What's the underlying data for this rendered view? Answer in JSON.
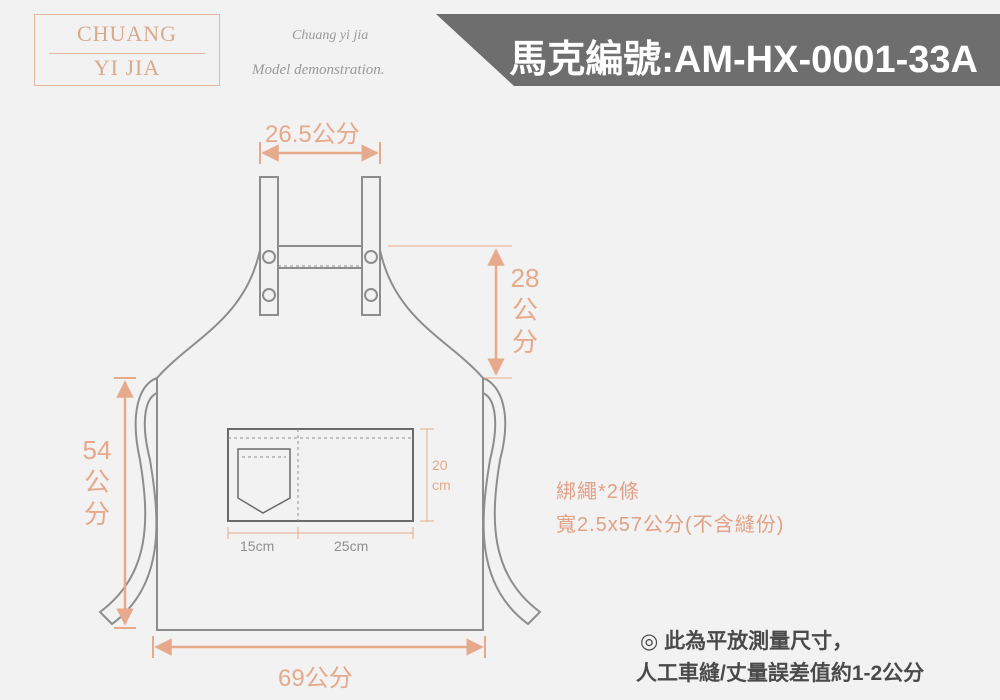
{
  "logo": {
    "line1": "CHUANG",
    "line2": "YI JIA"
  },
  "tagline": {
    "line1": "Chuang yi jia",
    "line2": "Model demonstration."
  },
  "banner": {
    "model": "馬克編號:AM-HX-0001-33A"
  },
  "dimensions": {
    "top_width": "26.5公分",
    "bib_height": {
      "value": "28",
      "unit1": "公",
      "unit2": "分"
    },
    "body_height": {
      "value": "54",
      "unit1": "公",
      "unit2": "分"
    },
    "pocket_height": {
      "value": "20",
      "unit": "cm"
    },
    "pocket_left": "15cm",
    "pocket_right": "25cm",
    "bottom_width": "69公分"
  },
  "strap_note": {
    "line1": "綁繩*2條",
    "line2": "寬2.5x57公分(不含縫份)"
  },
  "measure_note": {
    "line1": "◎ 此為平放測量尺寸，",
    "line2": "人工車縫/丈量誤差值約1-2公分"
  },
  "colors": {
    "accent": "#e6a98c",
    "outline": "#8d8d8d",
    "banner": "#6e6e6e",
    "background": "#f2f2f2"
  }
}
